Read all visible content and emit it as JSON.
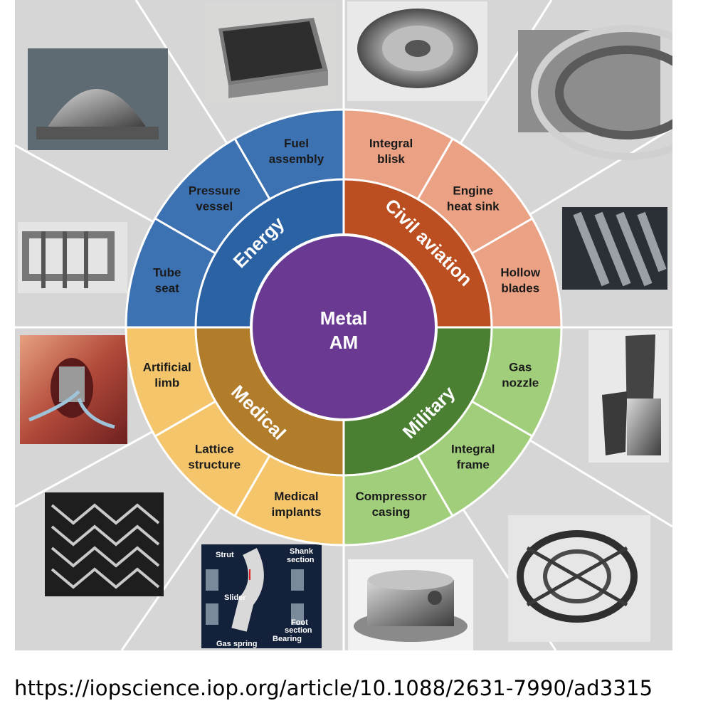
{
  "center": {
    "line1": "Metal",
    "line2": "AM",
    "color": "#6a3a93"
  },
  "sectors": [
    {
      "id": "energy",
      "name": "Energy",
      "inner_color": "#2b62a3",
      "outer_color": "#3c71b2",
      "items": [
        {
          "lines": [
            "Tube",
            "seat"
          ]
        },
        {
          "lines": [
            "Pressure",
            "vessel"
          ]
        },
        {
          "lines": [
            "Fuel",
            "assembly"
          ]
        }
      ]
    },
    {
      "id": "civil-aviation",
      "name": "Civil aviation",
      "inner_color": "#bb4f22",
      "outer_color": "#eba183",
      "items": [
        {
          "lines": [
            "Integral",
            "blisk"
          ]
        },
        {
          "lines": [
            "Engine",
            "heat sink"
          ]
        },
        {
          "lines": [
            "Hollow",
            "blades"
          ]
        }
      ]
    },
    {
      "id": "military",
      "name": "Military",
      "inner_color": "#4b8033",
      "outer_color": "#a1ce7b",
      "items": [
        {
          "lines": [
            "Gas",
            "nozzle"
          ]
        },
        {
          "lines": [
            "Integral",
            "frame"
          ]
        },
        {
          "lines": [
            "Compressor",
            "casing"
          ]
        }
      ]
    },
    {
      "id": "medical",
      "name": "Medical",
      "inner_color": "#b17d2b",
      "outer_color": "#f4c56a",
      "items": [
        {
          "lines": [
            "Medical",
            "implants"
          ]
        },
        {
          "lines": [
            "Lattice",
            "structure"
          ]
        },
        {
          "lines": [
            "Artificial",
            "limb"
          ]
        }
      ]
    }
  ],
  "photo_labels": {
    "strut": "Strut",
    "shank_line1": "Shank",
    "shank_line2": "section",
    "slider": "Slider",
    "foot_line1": "Foot",
    "foot_line2": "section",
    "bearing": "Bearing",
    "gas_spring": "Gas spring"
  },
  "source_url": "https://iopscience.iop.org/article/10.1088/2631-7990/ad3315"
}
